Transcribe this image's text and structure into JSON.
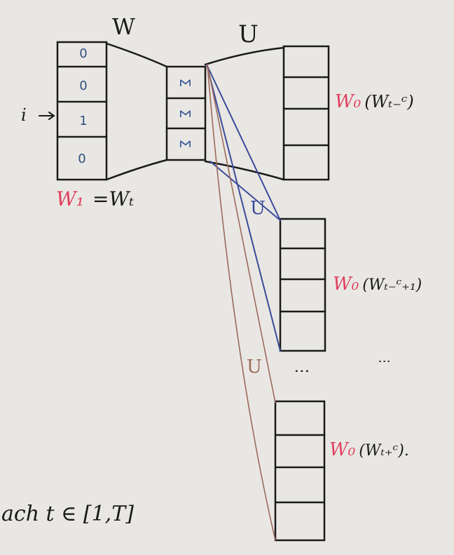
{
  "labels": {
    "W": "W",
    "U_top": "U",
    "U_mid": "U",
    "U_low": "U",
    "i_arrow": "i→",
    "input_lhs": "W₁",
    "input_rhs": "=Wₜ",
    "for_each": "ach t ∈ [1,T]"
  },
  "input_vector": [
    "0",
    "0",
    "1",
    "0"
  ],
  "hidden_cells": [
    "Σ",
    "Σ",
    "Σ"
  ],
  "outputs": [
    {
      "prefix": "W₀",
      "context": "(Wₜ₋ᶜ)"
    },
    {
      "prefix": "W₀",
      "context": "(Wₜ₋ᶜ₊₁)"
    },
    {
      "prefix": "W₀",
      "context": "(Wₜ₊ᶜ)."
    }
  ],
  "ellipsis": "⋮",
  "colors": {
    "ink": "#1a1a1a",
    "red": "#e0405f",
    "blue": "#3a4a9a",
    "board": "#e9e7e3"
  }
}
